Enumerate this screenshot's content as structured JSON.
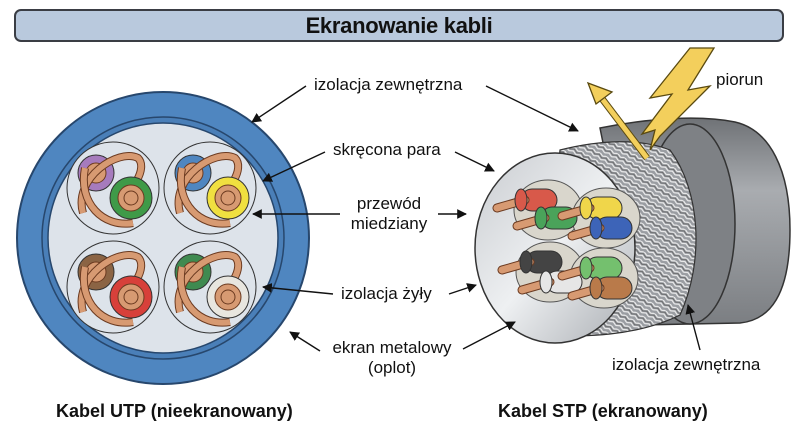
{
  "title": "Ekranowanie kabli",
  "labels": {
    "outer_insulation_top": "izolacja zewnętrzna",
    "twisted_pair": "skręcona para",
    "copper_wire_line1": "przewód",
    "copper_wire_line2": "miedziany",
    "wire_insulation": "izolacja żyły",
    "metal_shield_line1": "ekran metalowy",
    "metal_shield_line2": "(oplot)",
    "lightning": "piorun",
    "outer_insulation_bottom": "izolacja zewnętrzna"
  },
  "captions": {
    "utp": "Kabel UTP (nieekranowany)",
    "stp": "Kabel STP (ekranowany)"
  },
  "colors": {
    "title_bg": "#b9c9dd",
    "utp_jacket": "#4f86c0",
    "copper": "#d79a72",
    "stp_jacket": "#8c8f93",
    "lightning": "#f3cf5c",
    "pair_colors": [
      [
        "#a67bbd",
        "#3f9a48"
      ],
      [
        "#4f86c0",
        "#f0e040"
      ],
      [
        "#8b6444",
        "#d7403a"
      ],
      [
        "#3f8a50",
        "#e8e6df"
      ]
    ],
    "stp_wires": [
      "#d8594a",
      "#4aa35a",
      "#f0d64a",
      "#3d64b8",
      "#444444",
      "#e6e6e6",
      "#74c06e",
      "#b97a4a"
    ]
  }
}
